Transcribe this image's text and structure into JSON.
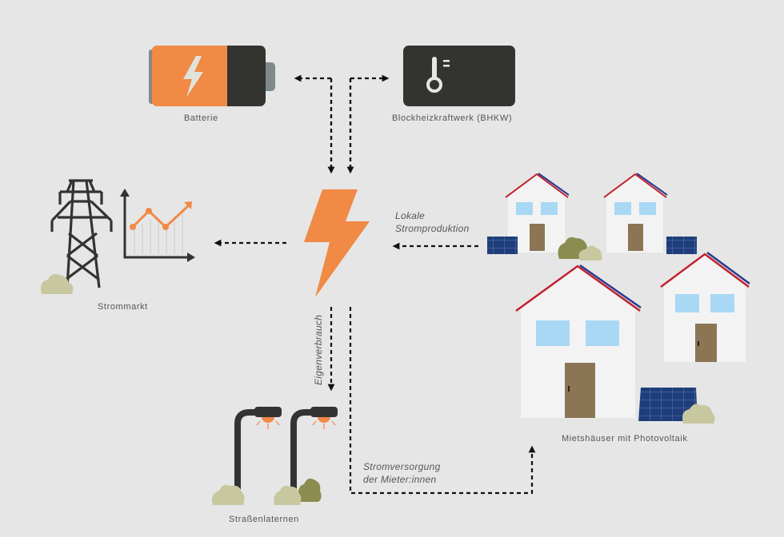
{
  "colors": {
    "background": "#e6e6e6",
    "orange": "#f08a45",
    "dark": "#333330",
    "house_wall": "#f3f3f3",
    "window": "#a9d8f5",
    "door": "#8b7555",
    "roof_red": "#c0222e",
    "roof_blue": "#2a3b8f",
    "solar": "#1f3d7a",
    "bush_light": "#c8c8a0",
    "bush_dark": "#8a8c50"
  },
  "nodes": {
    "battery": {
      "label": "Batterie",
      "icon": "battery-icon"
    },
    "bhkw": {
      "label": "Blockheizkraftwerk (BHKW)",
      "icon": "thermometer-icon"
    },
    "market": {
      "label": "Strommarkt",
      "icon": "power-pylon-icon"
    },
    "center": {
      "icon": "lightning-bolt-icon"
    },
    "streetlights": {
      "label": "Straßenlaternen",
      "icon": "street-lamp-icon"
    },
    "houses": {
      "label": "Mietshäuser mit Photovoltaik",
      "icon": "house-icon"
    }
  },
  "flows": {
    "local_production": {
      "line1": "Lokale",
      "line2": "Stromproduktion"
    },
    "self_consumption": "Eigenverbrauch",
    "tenant_supply": {
      "line1": "Stromversorgung",
      "line2": "der Mieter:innen"
    }
  }
}
